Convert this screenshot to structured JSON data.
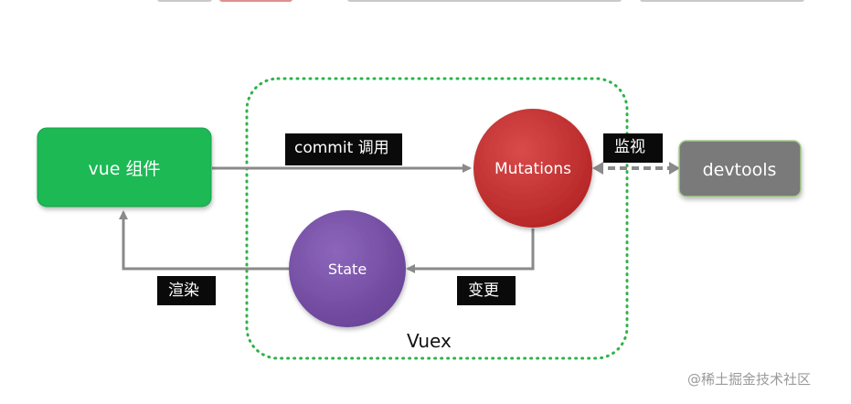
{
  "nodes": {
    "vue_component": {
      "label": "vue 组件",
      "color": "#1db954"
    },
    "mutations": {
      "label": "Mutations",
      "color": "#c62f2f"
    },
    "state": {
      "label": "State",
      "color": "#7a52a8"
    },
    "devtools": {
      "label": "devtools",
      "color": "#7a7a7a"
    }
  },
  "edges": {
    "commit": {
      "label": "commit 调用"
    },
    "monitor": {
      "label": "监视"
    },
    "change": {
      "label": "变更"
    },
    "render": {
      "label": "渲染"
    }
  },
  "container": {
    "label": "Vuex",
    "border_color": "#2db34a"
  },
  "watermark": {
    "text": "@稀土掘金技术社区"
  }
}
